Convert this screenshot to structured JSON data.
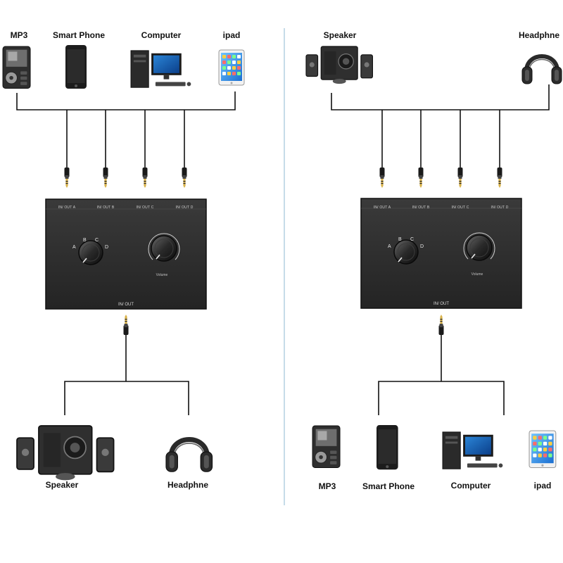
{
  "left_panel": {
    "inputs": [
      {
        "label": "MP3",
        "icon": "mp3-player-icon"
      },
      {
        "label": "Smart Phone",
        "icon": "smartphone-icon"
      },
      {
        "label": "Computer",
        "icon": "desktop-computer-icon"
      },
      {
        "label": "ipad",
        "icon": "tablet-icon"
      }
    ],
    "switch": {
      "ports": [
        "IN/ OUT A",
        "IN/ OUT B",
        "IN/ OUT C",
        "IN/ OUT D"
      ],
      "selector_letters": [
        "A",
        "B",
        "C",
        "D"
      ],
      "volume_label": "Volume",
      "common_port": "IN/ OUT"
    },
    "outputs": [
      {
        "label": "Speaker",
        "icon": "speaker-system-icon"
      },
      {
        "label": "Headphne",
        "icon": "headphones-icon"
      }
    ]
  },
  "right_panel": {
    "inputs": [
      {
        "label": "Speaker",
        "icon": "speaker-system-icon"
      },
      {
        "label": "Headphne",
        "icon": "headphones-icon"
      }
    ],
    "switch": {
      "ports": [
        "IN/ OUT A",
        "IN/ OUT B",
        "IN/ OUT C",
        "IN/ OUT D"
      ],
      "selector_letters": [
        "A",
        "B",
        "C",
        "D"
      ],
      "volume_label": "Volume",
      "common_port": "IN/ OUT"
    },
    "outputs": [
      {
        "label": "MP3",
        "icon": "mp3-player-icon"
      },
      {
        "label": "Smart Phone",
        "icon": "smartphone-icon"
      },
      {
        "label": "Computer",
        "icon": "desktop-computer-icon"
      },
      {
        "label": "ipad",
        "icon": "tablet-icon"
      }
    ]
  },
  "colors": {
    "switch_body": "#2b2b2b",
    "wire": "#111111",
    "divider": "#9fc4d8"
  }
}
